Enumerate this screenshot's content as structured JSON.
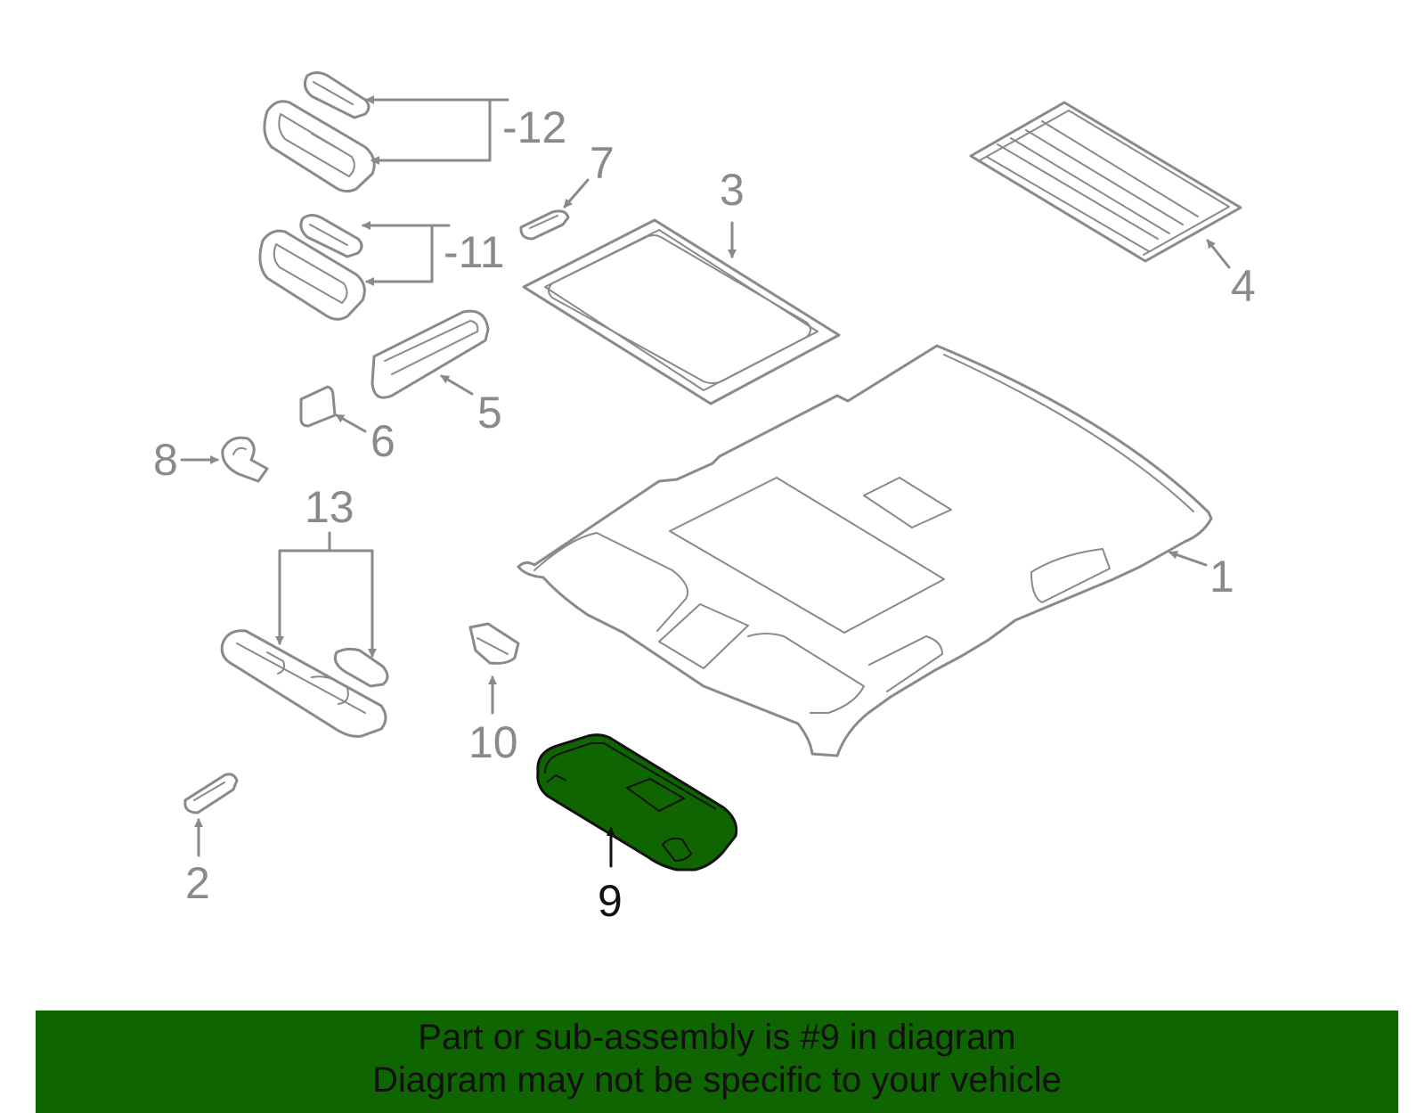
{
  "callouts": {
    "p1": "1",
    "p2": "2",
    "p3": "3",
    "p4": "4",
    "p5": "5",
    "p6": "6",
    "p7": "7",
    "p8": "8",
    "p9": "9",
    "p10": "10",
    "p11": "-11",
    "p12": "-12",
    "p13": "13"
  },
  "banner": {
    "line1": "Part or sub-assembly is #9 in diagram",
    "line2": "Diagram may not be specific to your vehicle"
  },
  "colors": {
    "highlight": "#0f6600",
    "banner": "#0f6600",
    "line": "#8a8a8a",
    "text": "#111111"
  }
}
